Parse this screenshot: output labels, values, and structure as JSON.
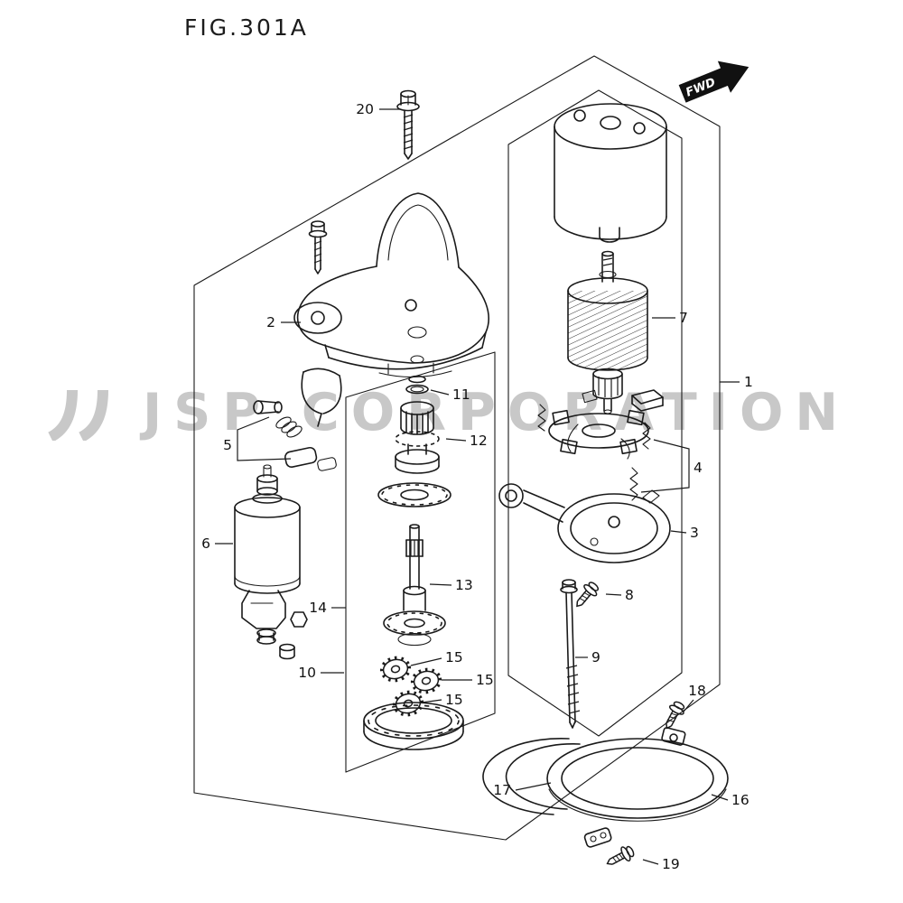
{
  "figure": {
    "title": "FIG.301A",
    "fwd_label": "FWD"
  },
  "watermark": {
    "text": "JSP CORPORATION"
  },
  "callouts": {
    "p1": "1",
    "p2": "2",
    "p3": "3",
    "p4": "4",
    "p5": "5",
    "p6": "6",
    "p7": "7",
    "p8": "8",
    "p9": "9",
    "p10": "10",
    "p11": "11",
    "p12": "12",
    "p13": "13",
    "p14": "14",
    "p15a": "15",
    "p15b": "15",
    "p15c": "15",
    "p16": "16",
    "p17": "17",
    "p18": "18",
    "p19": "19",
    "p20": "20"
  },
  "colors": {
    "line": "#1a1a1a",
    "watermark": "#c8c8c8",
    "background": "#ffffff"
  }
}
